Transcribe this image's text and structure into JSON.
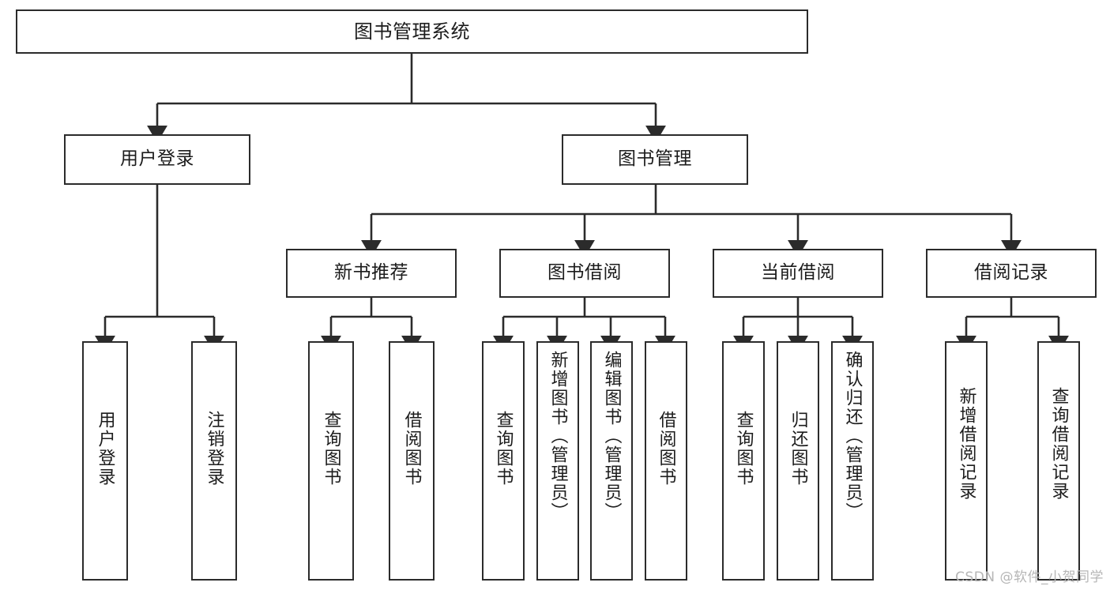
{
  "diagram": {
    "title": "图书管理系统",
    "type": "tree-hierarchy-chart",
    "root": {
      "label": "图书管理系统"
    },
    "level2": [
      {
        "label": "用户登录"
      },
      {
        "label": "图书管理"
      }
    ],
    "level3": [
      {
        "label": "新书推荐"
      },
      {
        "label": "图书借阅"
      },
      {
        "label": "当前借阅"
      },
      {
        "label": "借阅记录"
      }
    ],
    "leaves": {
      "user_login": [
        {
          "label": "用户登录"
        },
        {
          "label": "注销登录"
        }
      ],
      "new_book_recommend": [
        {
          "label": "查询图书"
        },
        {
          "label": "借阅图书"
        }
      ],
      "book_borrow": [
        {
          "label": "查询图书"
        },
        {
          "label": "新增图书（管理员）"
        },
        {
          "label": "编辑图书（管理员）"
        },
        {
          "label": "借阅图书"
        }
      ],
      "current_borrow": [
        {
          "label": "查询图书"
        },
        {
          "label": "归还图书"
        },
        {
          "label": "确认归还（管理员）"
        }
      ],
      "borrow_record": [
        {
          "label": "新增借阅记录"
        },
        {
          "label": "查询借阅记录"
        }
      ]
    }
  },
  "watermark": {
    "text": "CSDN @软件_小贺同学"
  },
  "colors": {
    "border": "#2b2b2b",
    "background": "#ffffff",
    "text": "#1c1c1c",
    "watermark": "#b6b6b6"
  }
}
